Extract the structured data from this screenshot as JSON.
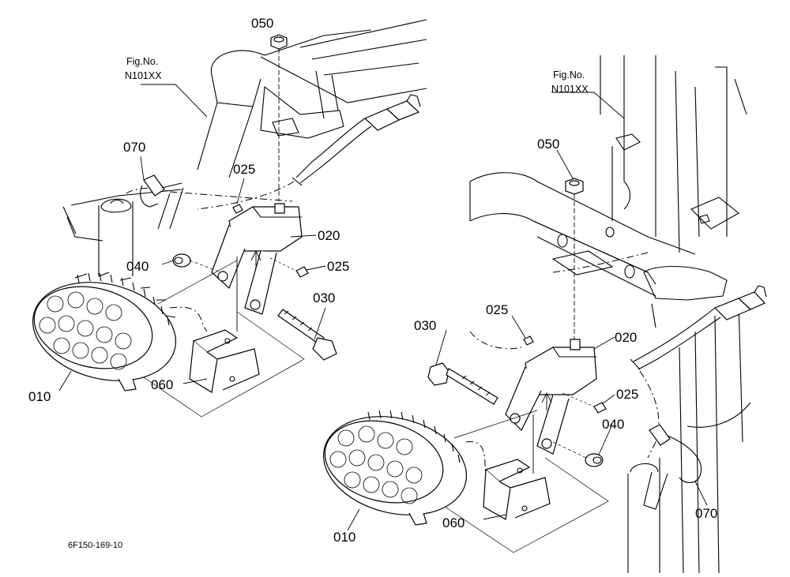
{
  "diagram": {
    "drawing_code": "6F150-169-10",
    "left_view": {
      "fig_ref": {
        "line1": "Fig.No.",
        "line2": "N101XX"
      },
      "labels": {
        "p050": "050",
        "p070": "070",
        "p025_top": "025",
        "p020": "020",
        "p040": "040",
        "p025_side": "025",
        "p030": "030",
        "p060": "060",
        "p010": "010"
      }
    },
    "right_view": {
      "fig_ref": {
        "line1": "Fig.No.",
        "line2": "N101XX"
      },
      "labels": {
        "p050": "050",
        "p025_top": "025",
        "p030": "030",
        "p020": "020",
        "p025_side": "025",
        "p040": "040",
        "p060": "060",
        "p070": "070",
        "p010": "010"
      }
    }
  }
}
